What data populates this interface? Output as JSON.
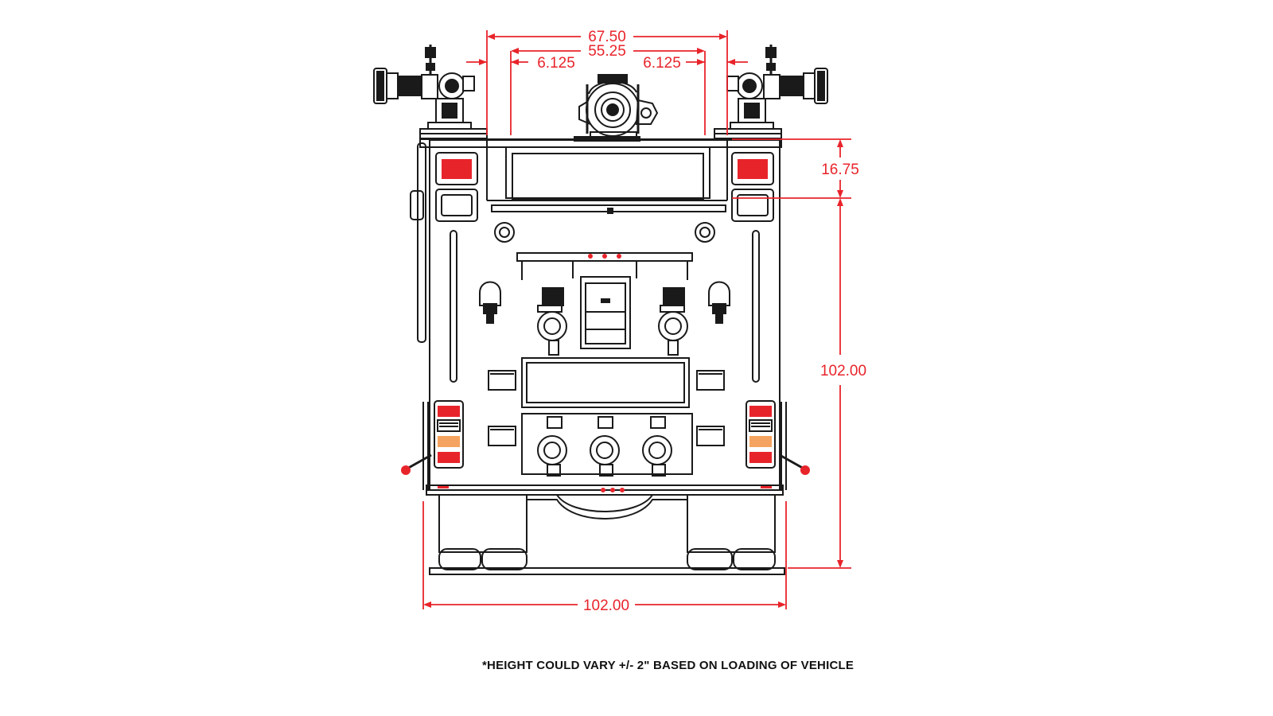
{
  "dimensions": {
    "overall_top_width": "67.50",
    "inner_top_width": "55.25",
    "left_offset": "6.125",
    "right_offset": "6.125",
    "top_section_height": "16.75",
    "body_height": "102.00",
    "overall_width": "102.00"
  },
  "footnote": "*HEIGHT COULD VARY +/- 2\" BASED ON LOADING OF VEHICLE",
  "colors": {
    "dimension_lines": "#e8242b",
    "line_art": "#1a1a1a",
    "red_lights": "#e8242b",
    "amber_lights": "#f4a460"
  }
}
